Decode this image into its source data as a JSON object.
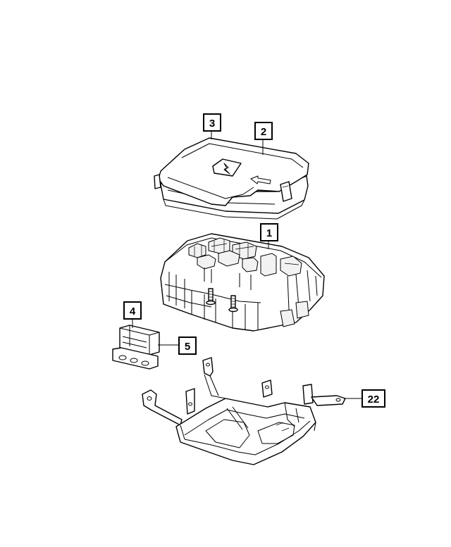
{
  "callouts": [
    {
      "id": "callout-3",
      "label": "3"
    },
    {
      "id": "callout-2",
      "label": "2"
    },
    {
      "id": "callout-1",
      "label": "1"
    },
    {
      "id": "callout-4",
      "label": "4"
    },
    {
      "id": "callout-5",
      "label": "5"
    },
    {
      "id": "callout-22",
      "label": "22"
    }
  ],
  "icons": {
    "cover_symbol": "lightning-bolt-icon",
    "cover_arrow": "arrow-icon"
  },
  "colors": {
    "line": "#000000",
    "background": "#ffffff"
  }
}
